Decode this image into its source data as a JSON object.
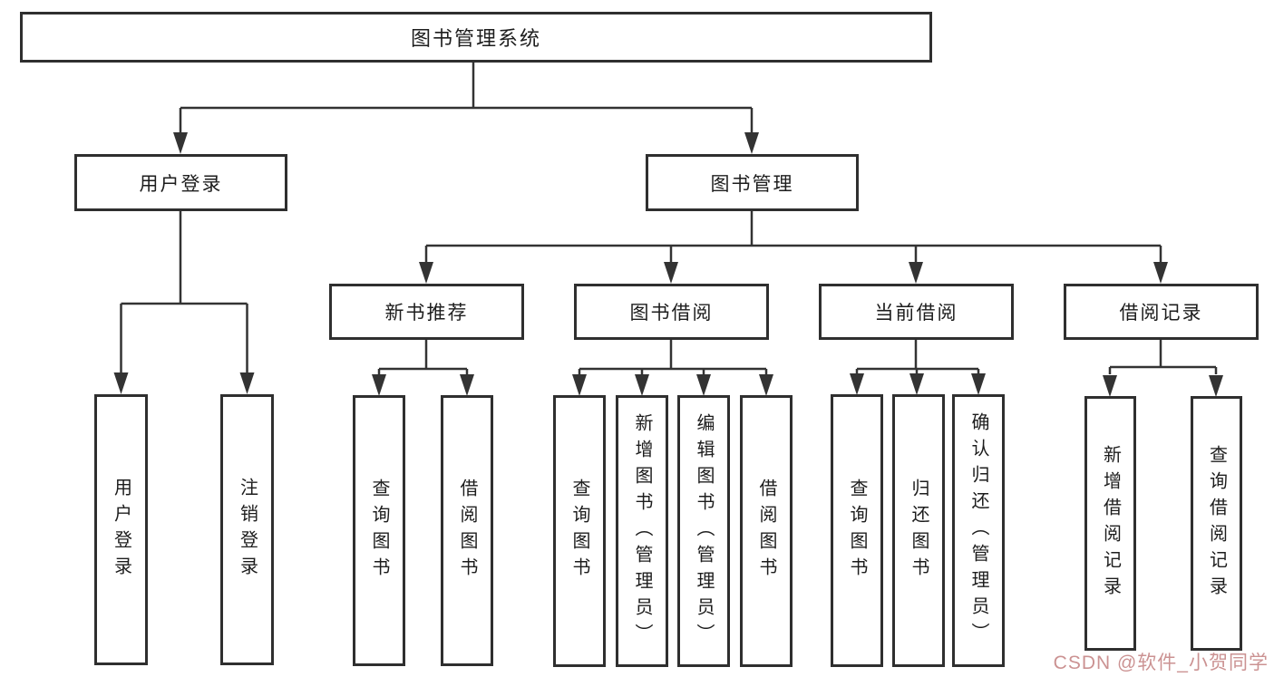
{
  "tree": {
    "root": {
      "label": "图书管理系统"
    },
    "user_login": {
      "label": "用户登录",
      "children": [
        {
          "label": "用户登录"
        },
        {
          "label": "注销登录"
        }
      ]
    },
    "book_mgmt": {
      "label": "图书管理",
      "sections": [
        {
          "label": "新书推荐",
          "children": [
            {
              "label": "查询图书"
            },
            {
              "label": "借阅图书"
            }
          ]
        },
        {
          "label": "图书借阅",
          "children": [
            {
              "label": "查询图书"
            },
            {
              "label": "新增图书（管理员）"
            },
            {
              "label": "编辑图书（管理员）"
            },
            {
              "label": "借阅图书"
            }
          ]
        },
        {
          "label": "当前借阅",
          "children": [
            {
              "label": "查询图书"
            },
            {
              "label": "归还图书"
            },
            {
              "label": "确认归还（管理员）"
            }
          ]
        },
        {
          "label": "借阅记录",
          "children": [
            {
              "label": "新增借阅记录"
            },
            {
              "label": "查询借阅记录"
            }
          ]
        }
      ]
    }
  },
  "watermark": {
    "text": "CSDN @软件_小贺同学",
    "color": "#ba6e6e"
  },
  "colors": {
    "line": "#333333",
    "box_border": "#2f2f2f",
    "box_fill": "#ffffff",
    "text": "#1d1d1d",
    "background": "#ffffff"
  }
}
